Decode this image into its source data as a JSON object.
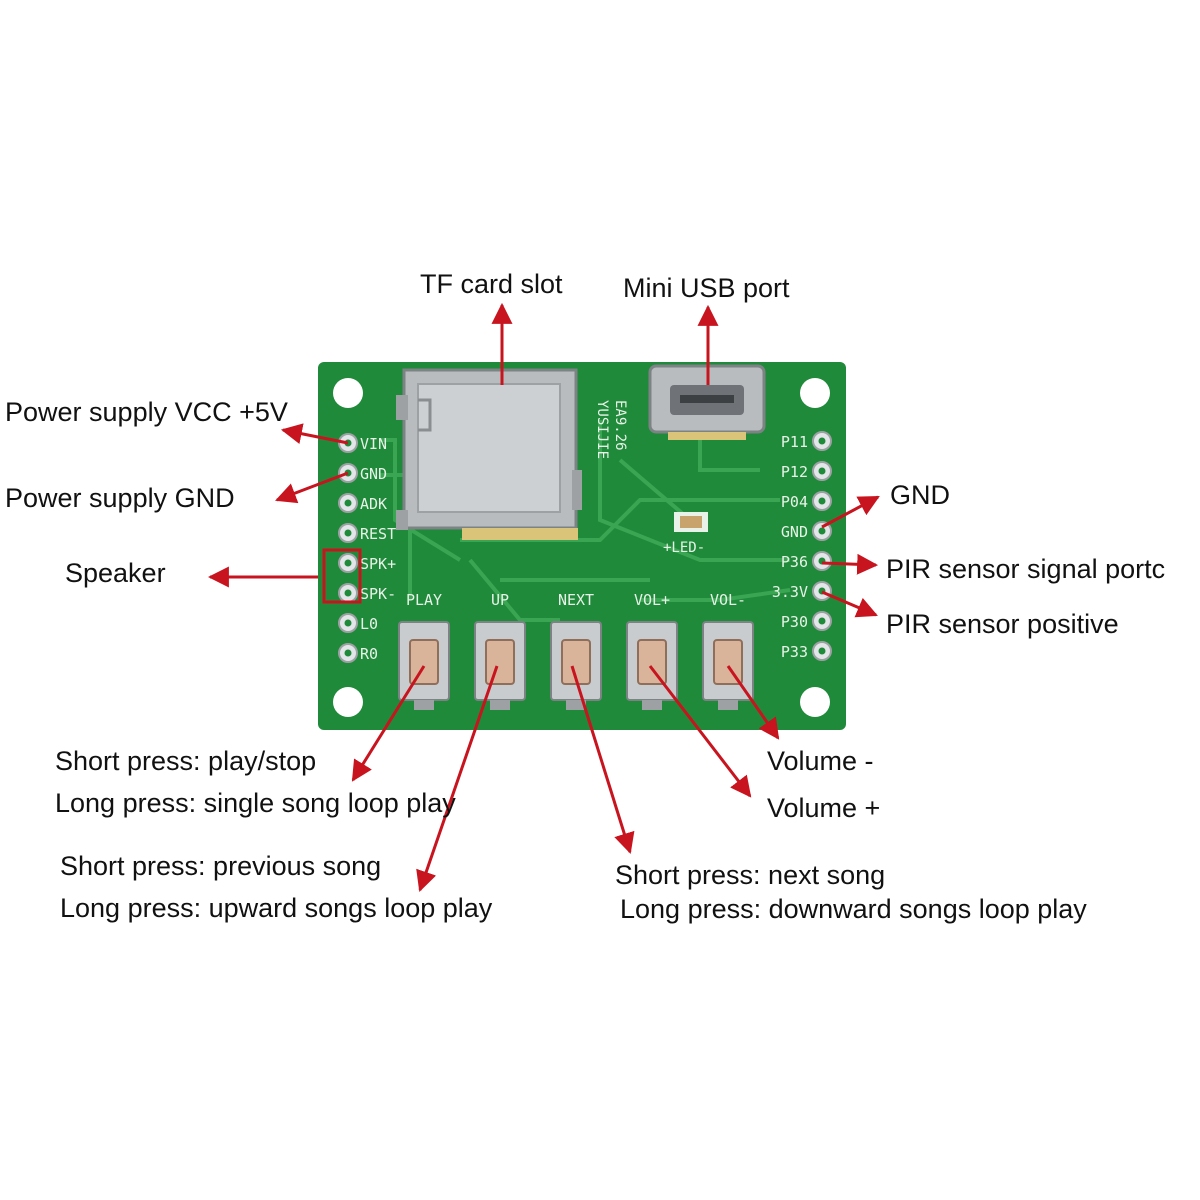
{
  "labels": {
    "tf_card_slot": "TF card slot",
    "mini_usb_port": "Mini USB port",
    "power_vcc": "Power supply VCC +5V",
    "power_gnd": "Power supply GND",
    "speaker": "Speaker",
    "gnd_right": "GND",
    "pir_signal": "PIR sensor signal portc",
    "pir_positive": "PIR sensor positive",
    "play_short": "Short press: play/stop",
    "play_long": "Long press: single song loop play",
    "up_short": "Short press: previous song",
    "up_long": "Long press: upward songs loop play",
    "next_short": "Short press: next song",
    "next_long": "Long press: downward songs loop play",
    "volume_minus": "Volume -",
    "volume_plus": "Volume +"
  },
  "board": {
    "left_pins": [
      "VIN",
      "GND",
      "ADK",
      "REST",
      "SPK+",
      "SPK-",
      "L0",
      "R0"
    ],
    "right_pins": [
      "P11",
      "P12",
      "P04",
      "GND",
      "P36",
      "3.3V",
      "P30",
      "P33"
    ],
    "buttons": [
      "PLAY",
      "UP",
      "NEXT",
      "VOL+",
      "VOL-"
    ],
    "chip_text_1": "EA9.26",
    "chip_text_2": "YUSIJIE",
    "led_label": "+LED-"
  },
  "colors": {
    "pcb": "#1f8a3a",
    "pcb_trace": "#3aa552",
    "arrow": "#c8141e",
    "metal": "#b9bcbf"
  }
}
